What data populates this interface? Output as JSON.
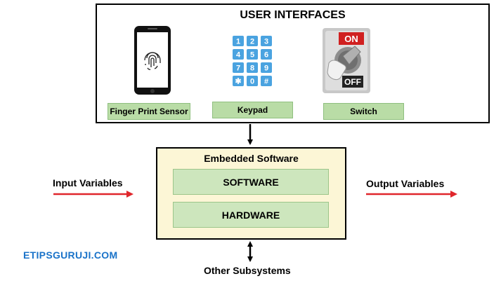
{
  "ui_interfaces": {
    "title": "USER INTERFACES",
    "devices": [
      {
        "label": "Finger Print Sensor",
        "icon": "fingerprint-phone-icon"
      },
      {
        "label": "Keypad",
        "icon": "keypad-icon",
        "keys": [
          "1",
          "2",
          "3",
          "4",
          "5",
          "6",
          "7",
          "8",
          "9",
          "✱",
          "0",
          "#"
        ]
      },
      {
        "label": "Switch",
        "icon": "toggle-switch-icon",
        "on_text": "ON",
        "off_text": "OFF"
      }
    ]
  },
  "embedded": {
    "title": "Embedded Software",
    "layers": [
      "SOFTWARE",
      "HARDWARE"
    ]
  },
  "input_label": "Input Variables",
  "output_label": "Output Variables",
  "bottom_label": "Other Subsystems",
  "brand": "ETIPSGURUJI.COM",
  "colors": {
    "arrow_red": "#e0262b",
    "label_green": "#b9dca6",
    "layer_green": "#cde6bd",
    "embedded_bg": "#fcf6d6",
    "brand_blue": "#1a73c9",
    "key_blue": "#4aa3e0"
  }
}
